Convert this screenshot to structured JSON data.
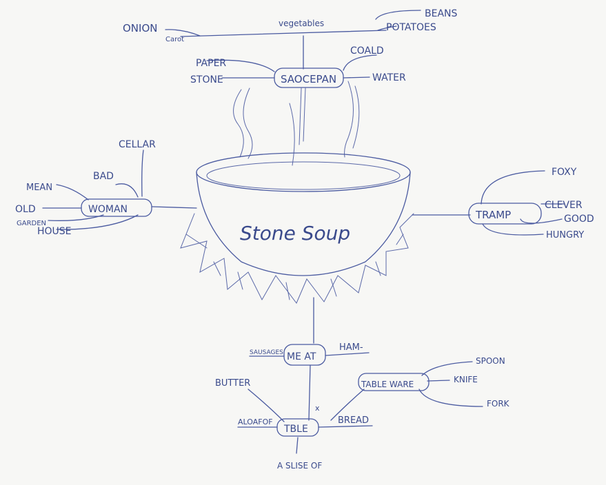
{
  "title": "Stone Soup",
  "ink_color": "#3a4a8c",
  "paper_color": "#f7f7f5",
  "nodes": {
    "saucepan": "SAOCEPAN",
    "woman": "WOMAN",
    "tramp": "TRAMP",
    "meat": "ME AT",
    "table_ware": "TABLE WARE",
    "table": "TBLE"
  },
  "branches": {
    "vegetables": {
      "label": "vegetables",
      "items": [
        "ONION",
        "Carot",
        "BEANS",
        "POTATOES"
      ]
    },
    "saucepan": [
      "PAPER",
      "STONE",
      "COALD",
      "WATER"
    ],
    "woman": [
      "CELLAR",
      "BAD",
      "MEAN",
      "OLD",
      "GARDEN",
      "HOUSE"
    ],
    "tramp": [
      "FOXY",
      "CLEVER",
      "GOOD",
      "HUNGRY"
    ],
    "meat": [
      "SAUSAGES",
      "HAM-"
    ],
    "table_ware": [
      "SPOON",
      "KNIFE",
      "FORK"
    ],
    "table": [
      "BUTTER",
      "ALOAFOF",
      "BREAD",
      "A SLISE OF"
    ],
    "table_mark": "x"
  }
}
